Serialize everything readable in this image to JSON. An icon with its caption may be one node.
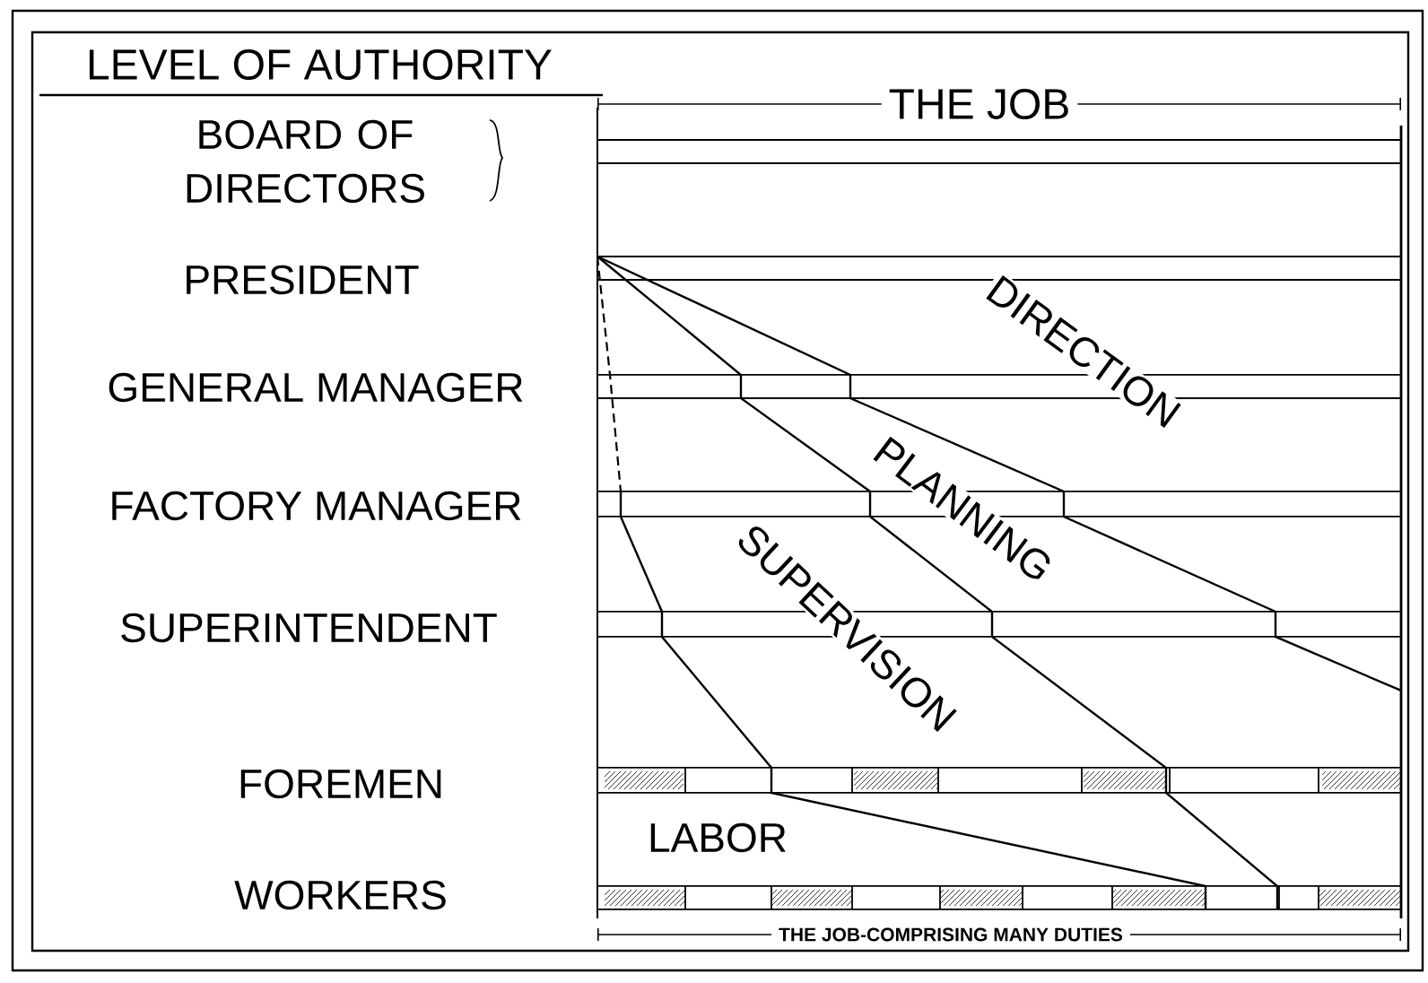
{
  "diagram": {
    "title": "LEVEL OF AUTHORITY",
    "labels": [
      "THE JOB",
      "BOARD OF DIRECTORS",
      "PRESIDENT",
      "DIRECTION",
      "GENERAL MANAGER",
      "PLANNING",
      "FACTORY MANAGER",
      "SUPERVISION",
      "SUPERINTENDENT",
      "FOREMEN",
      "LABOR",
      "WORKERS",
      "THE JOB-COMPRISING MANY DUTIES"
    ]
  }
}
